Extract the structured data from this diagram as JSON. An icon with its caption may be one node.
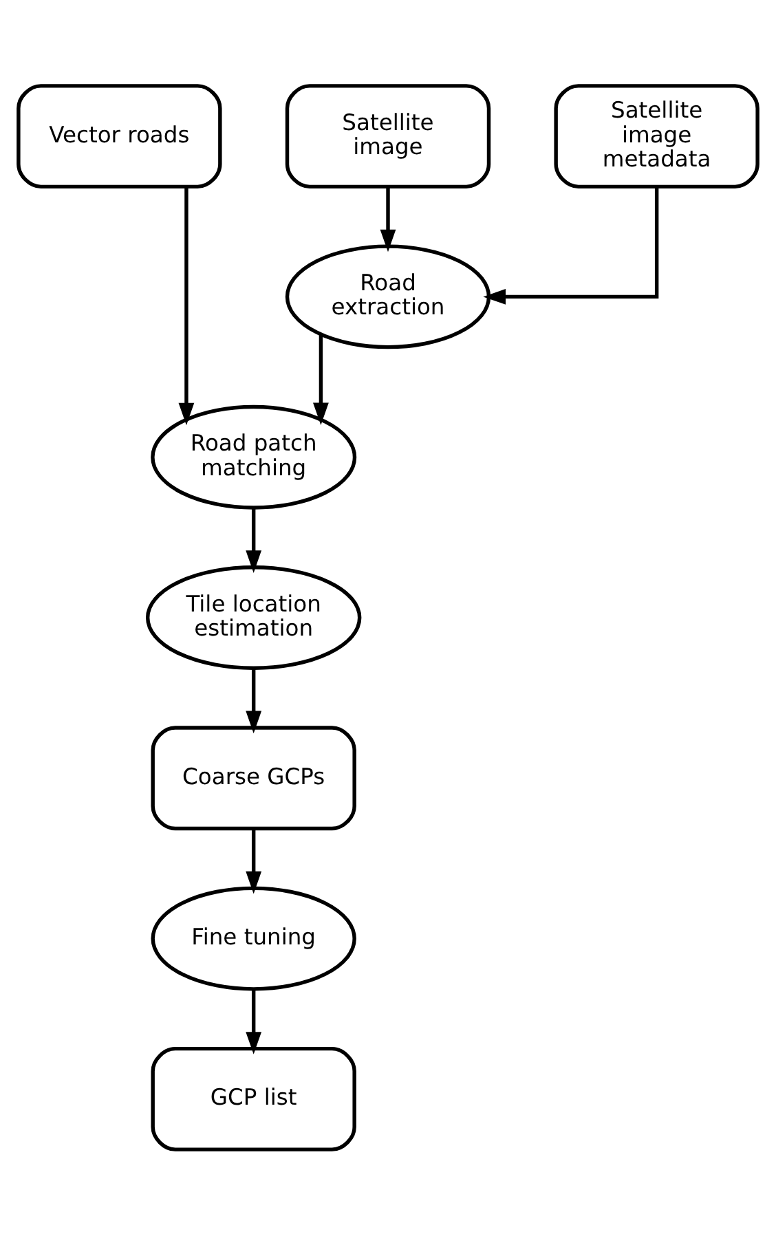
{
  "diagram": {
    "nodes": [
      {
        "text": [
          "Vector roads"
        ]
      },
      {
        "text": [
          "Satellite image"
        ]
      },
      {
        "text": [
          "Satellite image metadata"
        ]
      },
      {
        "text": [
          "Road extraction"
        ]
      },
      {
        "text": [
          "Road patch matching"
        ]
      },
      {
        "text": [
          "Tile location estimation"
        ]
      },
      {
        "text": [
          "Coarse GCPs"
        ]
      },
      {
        "text": [
          "Fine tuning"
        ]
      },
      {
        "text": [
          "GCP list"
        ]
      }
    ],
    "edges": [
      {
        "from": 1,
        "to": 3,
        "arrow": "to"
      },
      {
        "from": 2,
        "to": 3,
        "arrow": "to"
      },
      {
        "from": 3,
        "to": 4,
        "arrow": "to"
      },
      {
        "from": 0,
        "to": 4,
        "arrow": "to"
      },
      {
        "from": 4,
        "to": 5,
        "arrow": "to"
      },
      {
        "from": 5,
        "to": 6,
        "arrow": "to"
      },
      {
        "from": 6,
        "to": 7,
        "arrow": "to"
      },
      {
        "from": 7,
        "to": 8,
        "arrow": "to"
      }
    ]
  }
}
